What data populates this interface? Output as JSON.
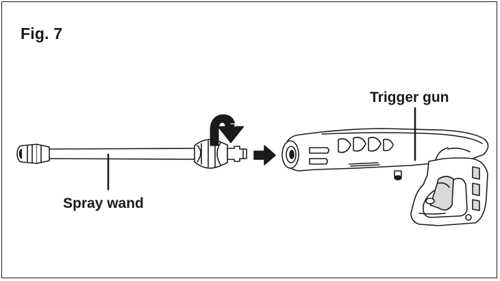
{
  "figure": {
    "title": "Fig. 7"
  },
  "labels": {
    "spray_wand": "Spray wand",
    "trigger_gun": "Trigger gun"
  },
  "colors": {
    "line": "#1a1a1a",
    "fill_light": "#ffffff",
    "fill_shade": "#d9d9d9"
  },
  "icons": {
    "rotate": "curved-rotation-arrow",
    "insert": "right-pointing-block-arrow"
  }
}
